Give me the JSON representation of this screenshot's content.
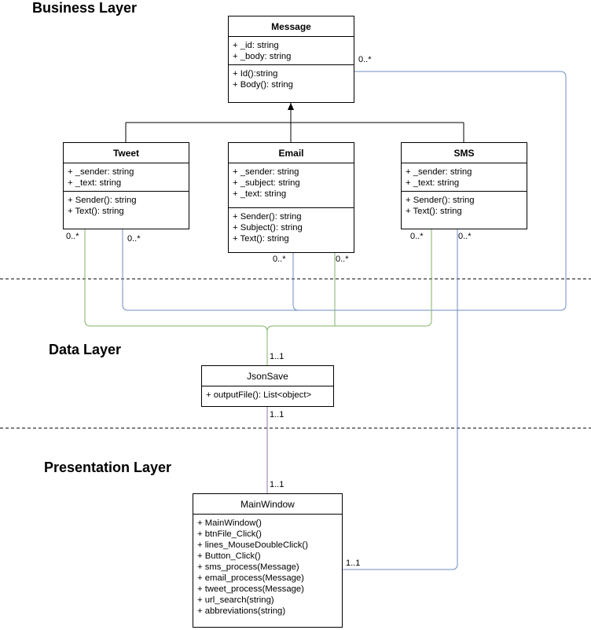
{
  "layers": {
    "business": "Business Layer",
    "data": "Data Layer",
    "presentation": "Presentation Layer"
  },
  "colors": {
    "blue": "#6c8ebf",
    "green": "#82b366",
    "purple": "#9673a6",
    "black": "#000000"
  },
  "classes": {
    "message": {
      "name": "Message",
      "fields": [
        "+ _id: string",
        "+ _body: string"
      ],
      "methods": [
        "+ Id():string",
        "+ Body(): string"
      ]
    },
    "tweet": {
      "name": "Tweet",
      "fields": [
        "+ _sender: string",
        "+ _text: string"
      ],
      "methods": [
        "+ Sender(): string",
        "+ Text(): string"
      ]
    },
    "email": {
      "name": "Email",
      "fields": [
        "+ _sender: string",
        "+ _subject: string",
        "+ _text: string"
      ],
      "methods": [
        "+ Sender(): string",
        "+ Subject(): string",
        "+ Text(): string"
      ]
    },
    "sms": {
      "name": "SMS",
      "fields": [
        "+ _sender: string",
        "+ _text: string"
      ],
      "methods": [
        "+ Sender(): string",
        "+ Text(): string"
      ]
    },
    "jsonsave": {
      "name": "JsonSave",
      "methods": [
        "+ outputFile(): List<object>"
      ]
    },
    "mainwindow": {
      "name": "MainWindow",
      "methods": [
        "+ MainWindow()",
        "+ btnFile_Click()",
        "+ lines_MouseDoubleClick()",
        "+ Button_Click()",
        "+ sms_process(Message)",
        "+ email_process(Message)",
        "+ tweet_process(Message)",
        "+ url_search(string)",
        "+ abbreviations(string)"
      ]
    }
  },
  "multiplicities": {
    "message": "0..*",
    "tweet_green": "0..*",
    "tweet_blue": "0..*",
    "email_blue": "0..*",
    "email_green": "0..*",
    "sms_green": "0..*",
    "sms_blue": "0..*",
    "jsonsave_top": "1..1",
    "jsonsave_bottom": "1..1",
    "mainwindow_top": "1..1",
    "mainwindow_right": "1..1"
  }
}
